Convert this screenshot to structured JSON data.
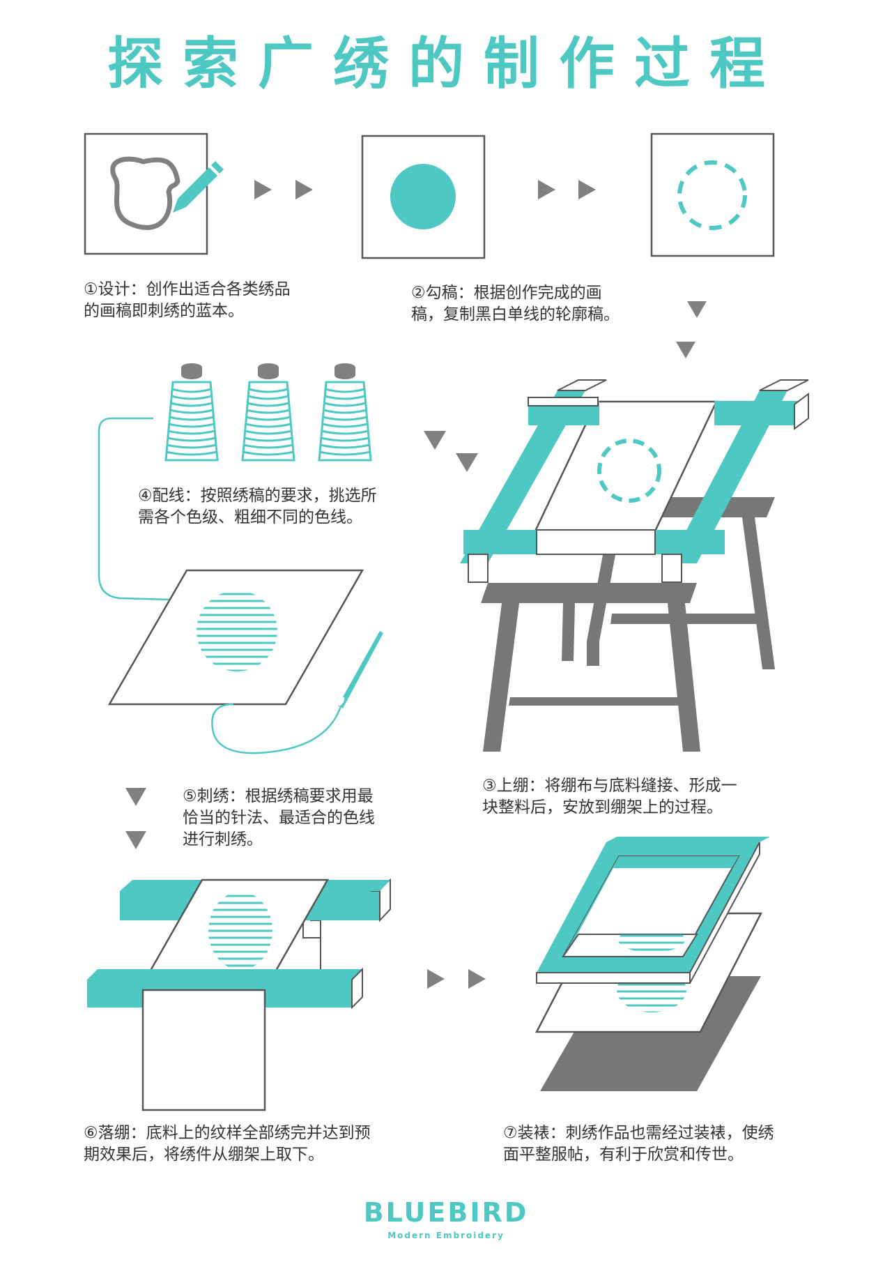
{
  "title": "探索广绣的制作过程",
  "steps": {
    "design": {
      "line1": "①设计：创作出适合各类绣品",
      "line2": "的画稿即刺绣的蓝本。"
    },
    "draft": {
      "line1": "②勾稿：根据创作完成的画",
      "line2": "稿，复制黑白单线的轮廓稿。"
    },
    "stretch": {
      "line1": "③上绷：将绷布与底料缝接、形成一",
      "line2": "块整料后，安放到绷架上的过程。"
    },
    "thread": {
      "line1": "④配线：按照绣稿的要求，挑选所",
      "line2": "需各个色级、粗细不同的色线。"
    },
    "embroider": {
      "line1": "⑤刺绣：根据绣稿要求用最",
      "line2": "恰当的针法、最适合的色线",
      "line3": "进行刺绣。"
    },
    "remove": {
      "line1": "⑥落绷：底料上的纹样全部绣完并达到预",
      "line2": "期效果后，将绣件从绷架上取下。"
    },
    "mount": {
      "line1": "⑦装裱：刺绣作品也需经过装裱，使绣",
      "line2": "面平整服帖，有利于欣赏和传世。"
    }
  },
  "brand": {
    "name": "BLUEBIRD",
    "tagline": "Modern Embroidery"
  },
  "colors": {
    "teal": "#4ec8c2",
    "gray": "#777777",
    "dark": "#333333"
  }
}
